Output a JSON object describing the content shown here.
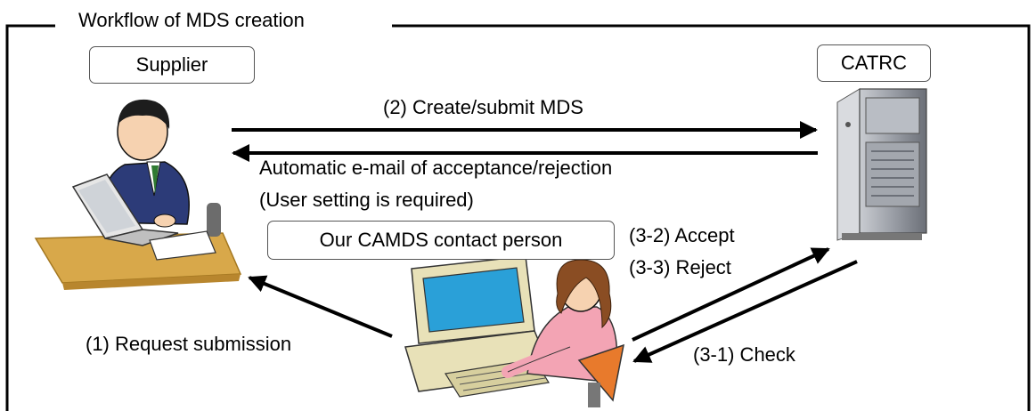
{
  "diagram": {
    "frame_title": "Workflow of MDS creation",
    "actors": {
      "supplier": "Supplier",
      "catrc": "CATRC",
      "contact": "Our CAMDS contact person"
    },
    "steps": {
      "create_submit": "(2) Create/submit MDS",
      "auto_email": "Automatic e-mail of acceptance/rejection",
      "user_setting": "(User setting is required)",
      "accept": "(3-2) Accept",
      "reject": "(3-3) Reject",
      "request": "(1) Request submission",
      "check": "(3-1) Check"
    }
  }
}
